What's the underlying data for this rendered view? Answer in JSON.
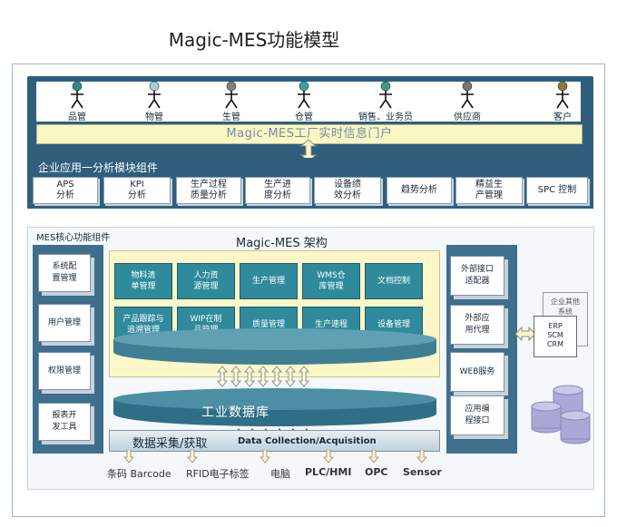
{
  "title": "Magic-MES功能模型",
  "roles": [
    "品管",
    "物管",
    "生管",
    "仓管",
    "销售、业务员",
    "供应商",
    "客户"
  ],
  "portal": "Magic-MES工厂实时信息门户",
  "analysis": {
    "title": "企业应用一分析模块组件",
    "items": [
      "APS\n分析",
      "KPI\n分析",
      "生产过程\n质量分析",
      "生产进\n度分析",
      "设备绩\n效分析",
      "趋势分析",
      "精益生\n产管理",
      "SPC 控制"
    ]
  },
  "core": {
    "title": "MES核心功能组件",
    "arch_title": "Magic-MES 架构",
    "left": [
      "系统配\n置管理",
      "用户管理",
      "权限管理",
      "报表开\n发工具"
    ],
    "right": [
      "外部接口\n适配器",
      "外部应\n用代理",
      "WEB服务",
      "应用编\n程接口"
    ],
    "modules_row1": [
      "物料清\n单管理",
      "人力资\n源管理",
      "生产管理",
      "WMS仓\n库管理",
      "文档控制"
    ],
    "modules_row2": [
      "产品跟踪与\n追溯管理",
      "WIP在制\n品管理",
      "质量管理",
      "生产速程",
      "设备管理"
    ],
    "database": "工业数据库",
    "dc_cn": "数据采集/获取",
    "dc_en": "Data Collection/Acquisition",
    "sources": [
      "条码 Barcode",
      "RFID电子标签",
      "电脑",
      "PLC/HMI",
      "OPC",
      "Sensor"
    ],
    "ext_front": "ERP\nSCM\nCRM",
    "ext_back": "企业其他\n系统"
  },
  "colors": {
    "panel": "#2f5f7d",
    "module": "#2f8a9c",
    "portal": "#fbf7c3"
  }
}
